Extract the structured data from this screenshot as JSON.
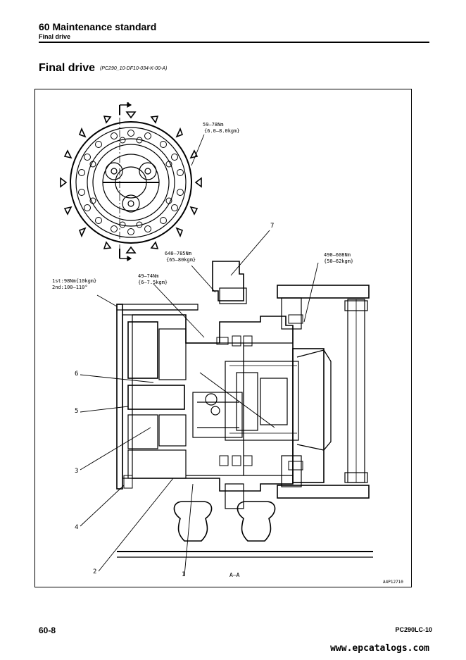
{
  "header": {
    "title": "60 Maintenance standard",
    "subtitle": "Final drive"
  },
  "section": {
    "title": "Final drive",
    "ref": "(PC290_10-DF10-034-K-00-A)"
  },
  "diagram": {
    "torque_1a": "59–78Nm",
    "torque_1b": "{6.0–8.0kgm}",
    "torque_2a": "640–785Nm",
    "torque_2b": "{65–80kgm}",
    "torque_3a": "49–74Nm",
    "torque_3b": "{6–7.5kgm}",
    "torque_4a": "490–608Nm",
    "torque_4b": "{50–62kgm}",
    "torque_5a": "1st:98Nm{10kgm}",
    "torque_5b": "2nd:100–110°",
    "section_mark_top": "A",
    "section_mark_bottom": "A",
    "section_view": "A–A",
    "callouts": [
      "7",
      "6",
      "5",
      "3",
      "4",
      "2",
      "1"
    ],
    "drawing_no": "A4P12710"
  },
  "footer": {
    "page": "60-8",
    "model": "PC290LC-10",
    "watermark": "www.epcatalogs.com"
  }
}
